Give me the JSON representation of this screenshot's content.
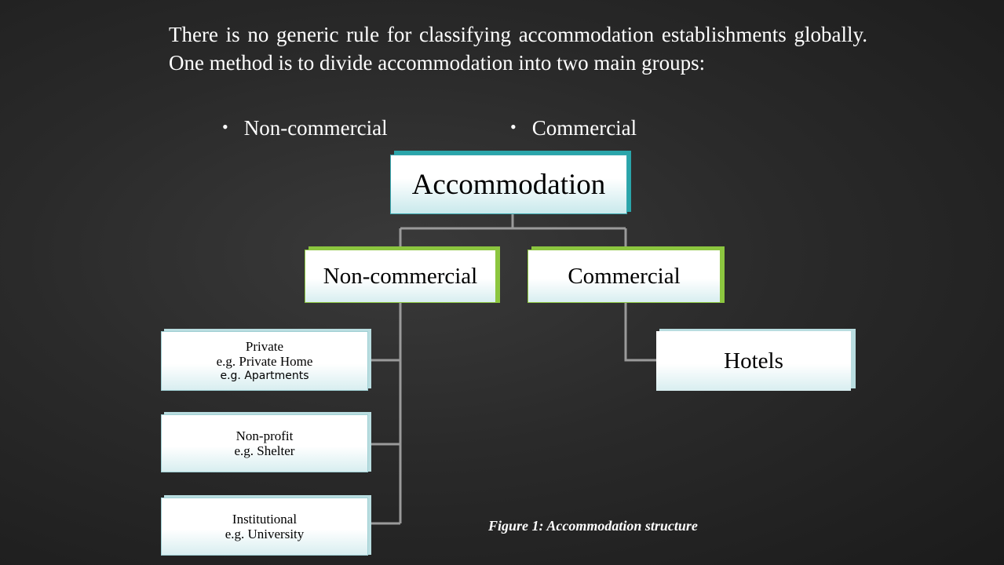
{
  "intro_text": "There is no generic rule for classifying accommodation establishments globally. One method is to divide accommodation into two main groups:",
  "bullets": [
    {
      "symbol": "•",
      "label": "Non-commercial"
    },
    {
      "symbol": "•",
      "label": "Commercial"
    }
  ],
  "diagram": {
    "root": "Accommodation",
    "level2": [
      "Non-commercial",
      "Commercial"
    ],
    "non_commercial_children": [
      {
        "title": "Private",
        "lines": [
          "e.g. Private Home",
          "e.g. Apartments"
        ]
      },
      {
        "title": "Non-profit",
        "lines": [
          "e.g. Shelter"
        ]
      },
      {
        "title": "Institutional",
        "lines": [
          "e.g. University"
        ]
      }
    ],
    "commercial_children": [
      "Hotels"
    ]
  },
  "caption": "Figure 1: Accommodation structure",
  "colors": {
    "background": "#2a2a2a",
    "root_accent": "#2aa5aa",
    "level2_accent": "#8cc63f",
    "connector": "#9a9a9a"
  }
}
